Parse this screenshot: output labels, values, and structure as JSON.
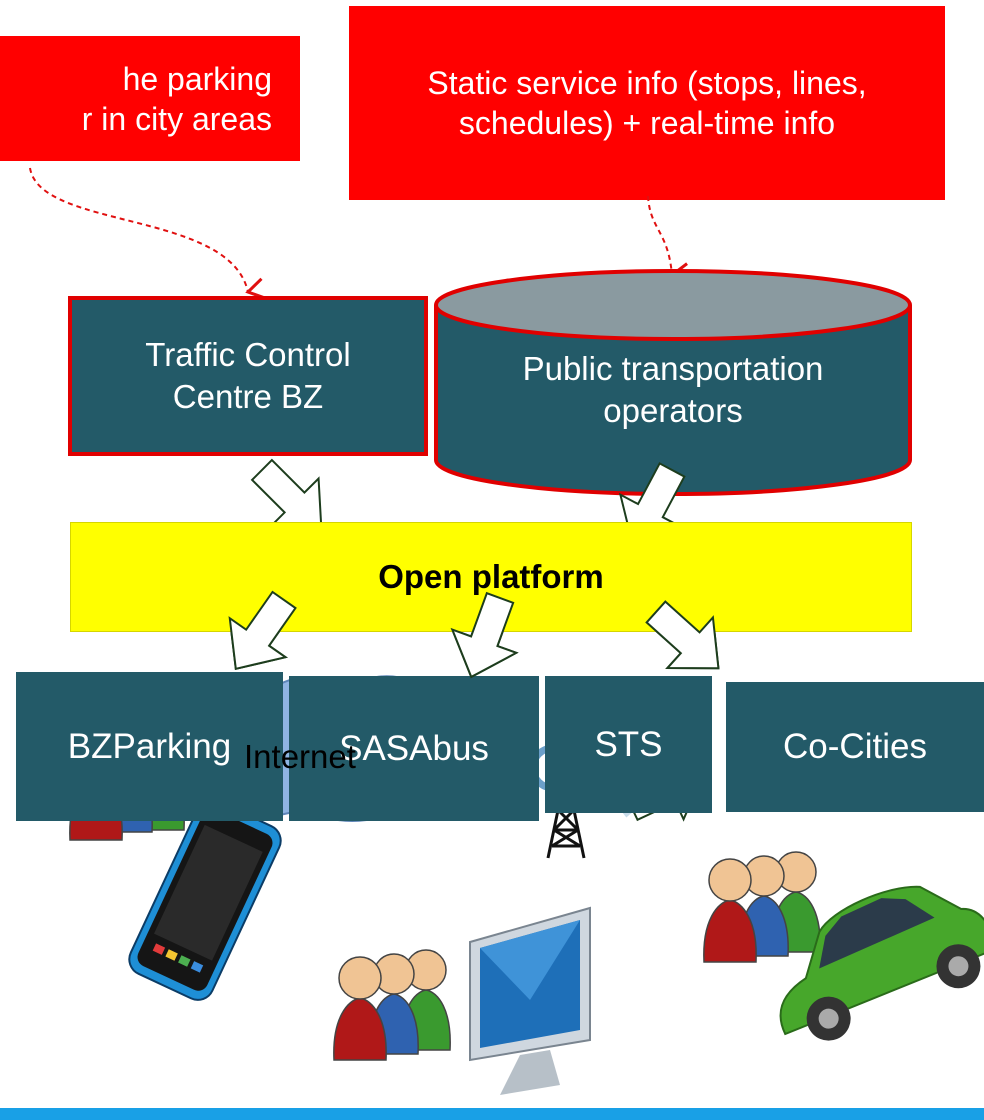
{
  "callouts": {
    "parking": {
      "line1": "he parking",
      "line2": "r in city areas"
    },
    "transport": {
      "text": "Static service info (stops, lines, schedules) + real-time info"
    }
  },
  "sources": {
    "traffic": {
      "line1": "Traffic Control",
      "line2": "Centre BZ"
    },
    "transport": {
      "line1": "Public transportation",
      "line2": "operators"
    }
  },
  "platform": {
    "label": "Open platform"
  },
  "services": [
    "BZParking",
    "SASAbus",
    "STS",
    "Co-Cities"
  ],
  "network": {
    "internet": "Internet"
  },
  "colors": {
    "callout": "#ff0000",
    "box": "#235a68",
    "platform": "#ffff00",
    "cloud": "#8fb4e3",
    "bar": "#19a0e6"
  }
}
